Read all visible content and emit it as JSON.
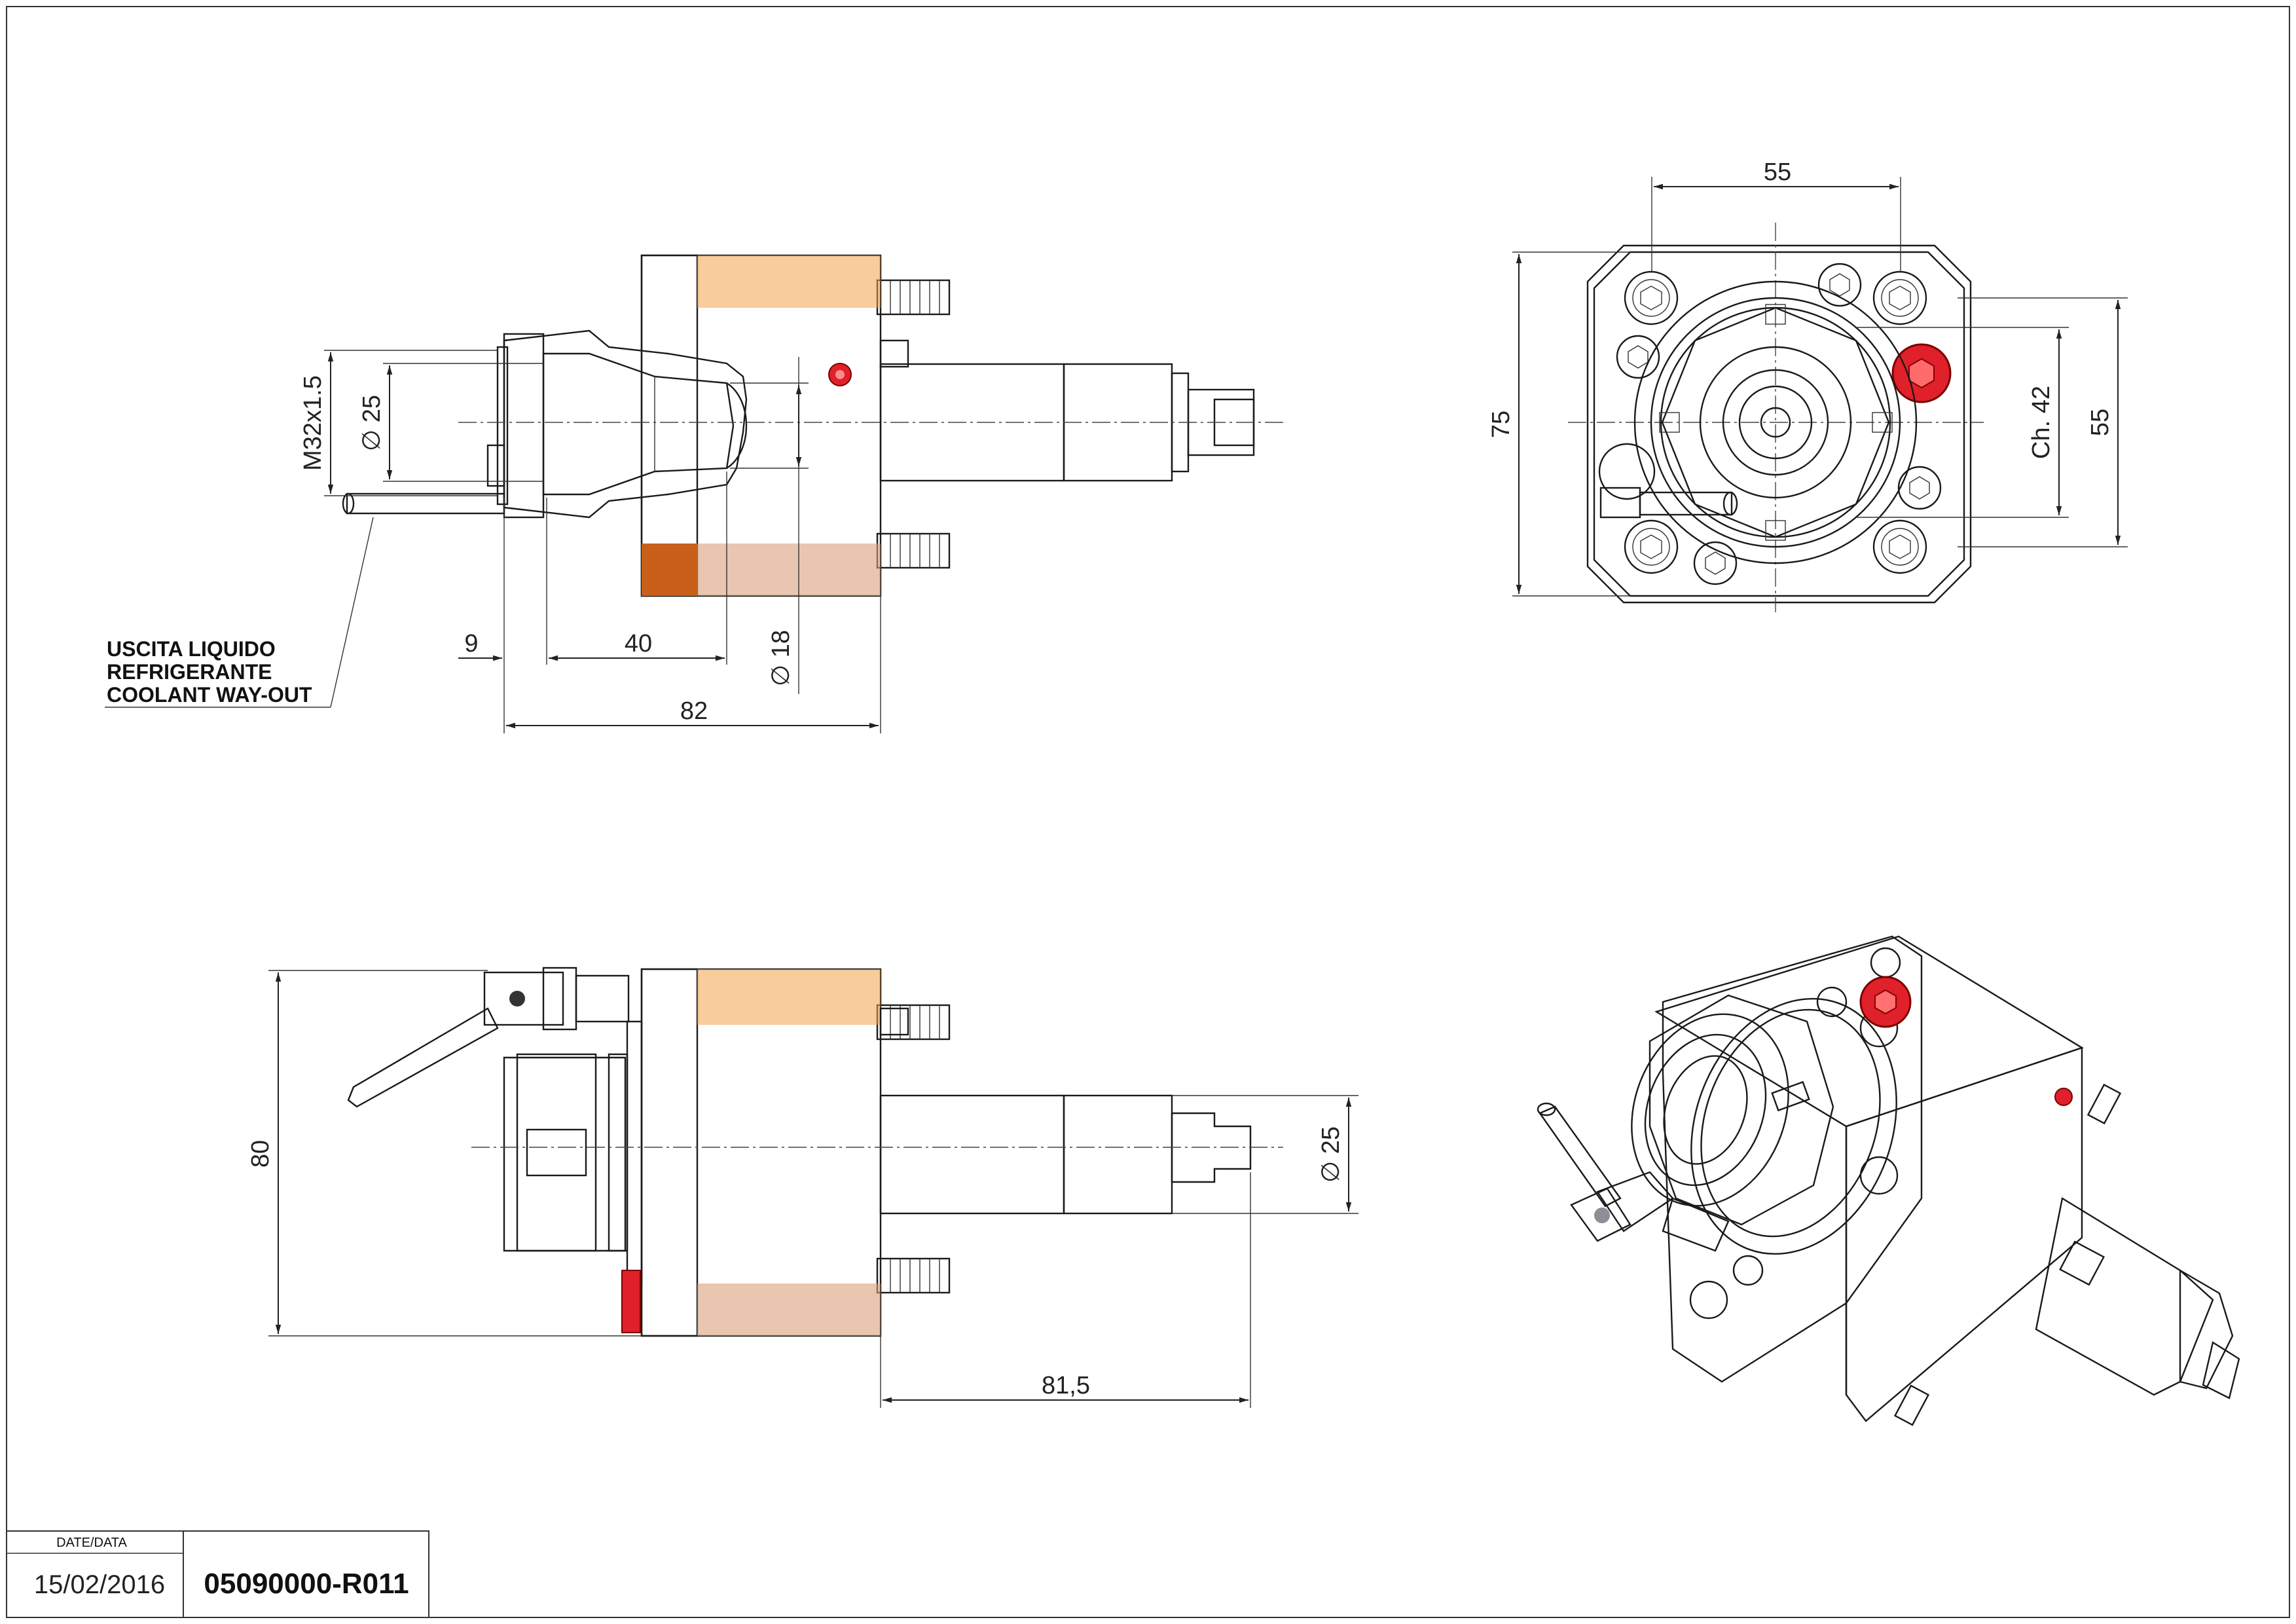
{
  "dimensions": {
    "front_m32": "M32x1.5",
    "front_d25": "∅ 25",
    "front_d18": "∅ 18",
    "front_9": "9",
    "front_40": "40",
    "front_82": "82",
    "end_55_top": "55",
    "end_75": "75",
    "end_ch42": "Ch. 42",
    "end_55_right": "55",
    "side_80": "80",
    "side_d25": "∅ 25",
    "side_81_5": "81,5"
  },
  "coolant_label": {
    "line1": "USCITA LIQUIDO",
    "line2": "REFRIGERANTE",
    "line3": "COOLANT WAY-OUT"
  },
  "title_block": {
    "date_header": "DATE/DATA",
    "date": "15/02/2016",
    "code": "05090000-R011"
  },
  "colors": {
    "orange_dark": "#d9660e",
    "orange": "#f2a240",
    "orange_light": "#fbd1a3",
    "copper": "#e8a577",
    "copper_dark": "#c9855c",
    "grey": "#8e8e96",
    "grey_light": "#c8c8cc",
    "red": "#e0202a"
  }
}
